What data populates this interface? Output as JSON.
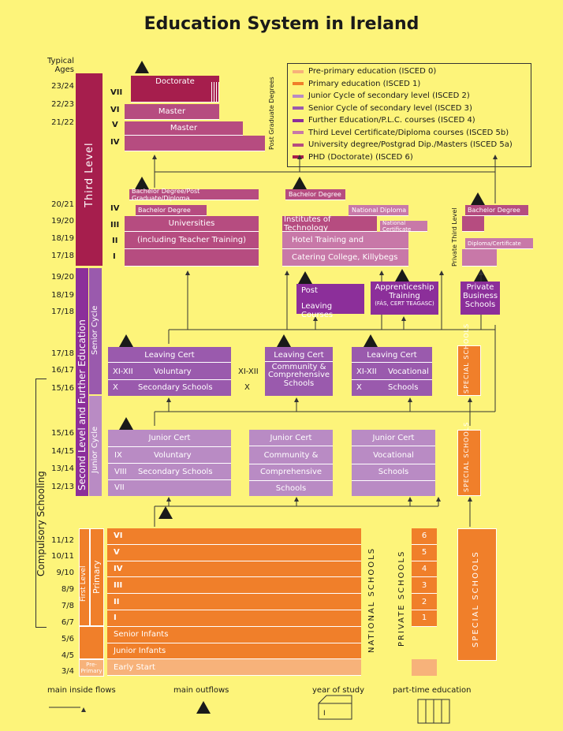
{
  "title": "Education System in Ireland",
  "typical_ages_label": "Typical\nAges",
  "ages": [
    "23/24",
    "22/23",
    "21/22",
    "20/21",
    "19/20",
    "18/19",
    "17/18",
    "19/20",
    "18/19",
    "17/18",
    "17/18",
    "16/17",
    "15/16",
    "15/16",
    "14/15",
    "13/14",
    "12/13",
    "11/12",
    "10/11",
    "9/10",
    "8/9",
    "7/8",
    "6/7",
    "5/6",
    "4/5",
    "3/4"
  ],
  "colors": {
    "background": "#fdf47a",
    "pre_primary": "#f7b27a",
    "primary": "#f07f2a",
    "junior_cycle": "#b98bc4",
    "senior_cycle": "#9a5aad",
    "further_ed": "#8c2f9a",
    "third_cert": "#c878a8",
    "university": "#b64c80",
    "phd": "#a61e4d"
  },
  "legend": [
    {
      "label": "Pre-primary education (ISCED 0)",
      "color": "#f7b27a"
    },
    {
      "label": "Primary education (ISCED 1)",
      "color": "#f07f2a"
    },
    {
      "label": "Junior Cycle of secondary level (ISCED 2)",
      "color": "#b98bc4"
    },
    {
      "label": "Senior Cycle of secondary level (ISCED 3)",
      "color": "#9a5aad"
    },
    {
      "label": "Further Education/P.L.C. courses (ISCED 4)",
      "color": "#8c2f9a"
    },
    {
      "label": "Third Level Certificate/Diploma courses (ISCED 5b)",
      "color": "#c878a8"
    },
    {
      "label": "University degree/Postgrad Dip./Masters (ISCED 5a)",
      "color": "#b64c80"
    },
    {
      "label": "PHD (Doctorate) (ISCED 6)",
      "color": "#a61e4d"
    }
  ],
  "side": {
    "third_level": "Third Level",
    "second_level": "Second Level and Further Education",
    "senior_cycle": "Senior Cycle",
    "junior_cycle": "Junior Cycle",
    "compulsory": "Compulsory Schooling",
    "first_level": "First Level",
    "primary": "Primary",
    "pre_primary": "Pre-\nPrimary"
  },
  "postgrad": {
    "doctorate": "Doctorate",
    "master1": "Master",
    "master2": "Master",
    "side_label": "Post Graduate Degrees",
    "romans": [
      "VII",
      "VI",
      "V",
      "IV"
    ]
  },
  "universities": {
    "tab1": "Bachelor Degree/Post Graduate/Diploma",
    "tab2": "Bachelor Degree",
    "line1": "Universities",
    "line2": "(including Teacher Training)",
    "romans": [
      "IV",
      "III",
      "II",
      "I"
    ]
  },
  "iot": {
    "tab1": "Bachelor Degree",
    "tab2": "National Diploma",
    "tab3": "National Certificate",
    "line1": "Institutes of Technology",
    "line2": "Hotel Training and",
    "line3": "Catering College, Killybegs"
  },
  "private_third": {
    "side_label": "Private Third Level",
    "tab1": "Bachelor Degree",
    "tab2": "Diploma/Certificate"
  },
  "further": {
    "plc_line1": "Post",
    "plc_line2": "Leaving Courses",
    "app_line1": "Apprenticeship",
    "app_line2": "Training",
    "app_line3": "(FÁS, CERT TEAGASC)",
    "priv_line1": "Private",
    "priv_line2": "Business",
    "priv_line3": "Schools"
  },
  "senior": {
    "vol_head": "Leaving Cert",
    "vol_r1": "XI-XII",
    "vol_t1": "Voluntary",
    "vol_r2": "X",
    "vol_t2": "Secondary Schools",
    "com_head": "Leaving Cert",
    "com_t1": "Community &",
    "com_t2": "Comprehensive",
    "com_t3": "Schools",
    "com_r1": "XI-XII",
    "com_r2": "X",
    "voc_head": "Leaving Cert",
    "voc_r1": "XI-XII",
    "voc_t1": "Vocational",
    "voc_r2": "X",
    "voc_t2": "Schools",
    "special": "SPECIAL SCHOOLS"
  },
  "junior": {
    "vol_head": "Junior Cert",
    "vol_r1": "IX",
    "vol_t1": "Voluntary",
    "vol_r2": "VIII",
    "vol_t2": "Secondary Schools",
    "vol_r3": "VII",
    "com_head": "Junior Cert",
    "com_t1": "Community &",
    "com_t2": "Comprehensive",
    "com_t3": "Schools",
    "voc_head": "Junior Cert",
    "voc_t1": "Vocational",
    "voc_t2": "Schools",
    "special": "SPECIAL SCHOOLS"
  },
  "primary": {
    "romans": [
      "VI",
      "V",
      "IV",
      "III",
      "II",
      "I"
    ],
    "senior_infants": "Senior Infants",
    "junior_infants": "Junior Infants",
    "early_start": "Early Start",
    "national": "NATIONAL SCHOOLS",
    "private": "PRIVATE SCHOOLS",
    "private_years": [
      "6",
      "5",
      "4",
      "3",
      "2",
      "1"
    ],
    "special": "SPECIAL SCHOOLS"
  },
  "footer": {
    "inside": "main inside flows",
    "outflows": "main outflows",
    "year": "year of study",
    "year_mark": "I",
    "parttime": "part-time education"
  }
}
